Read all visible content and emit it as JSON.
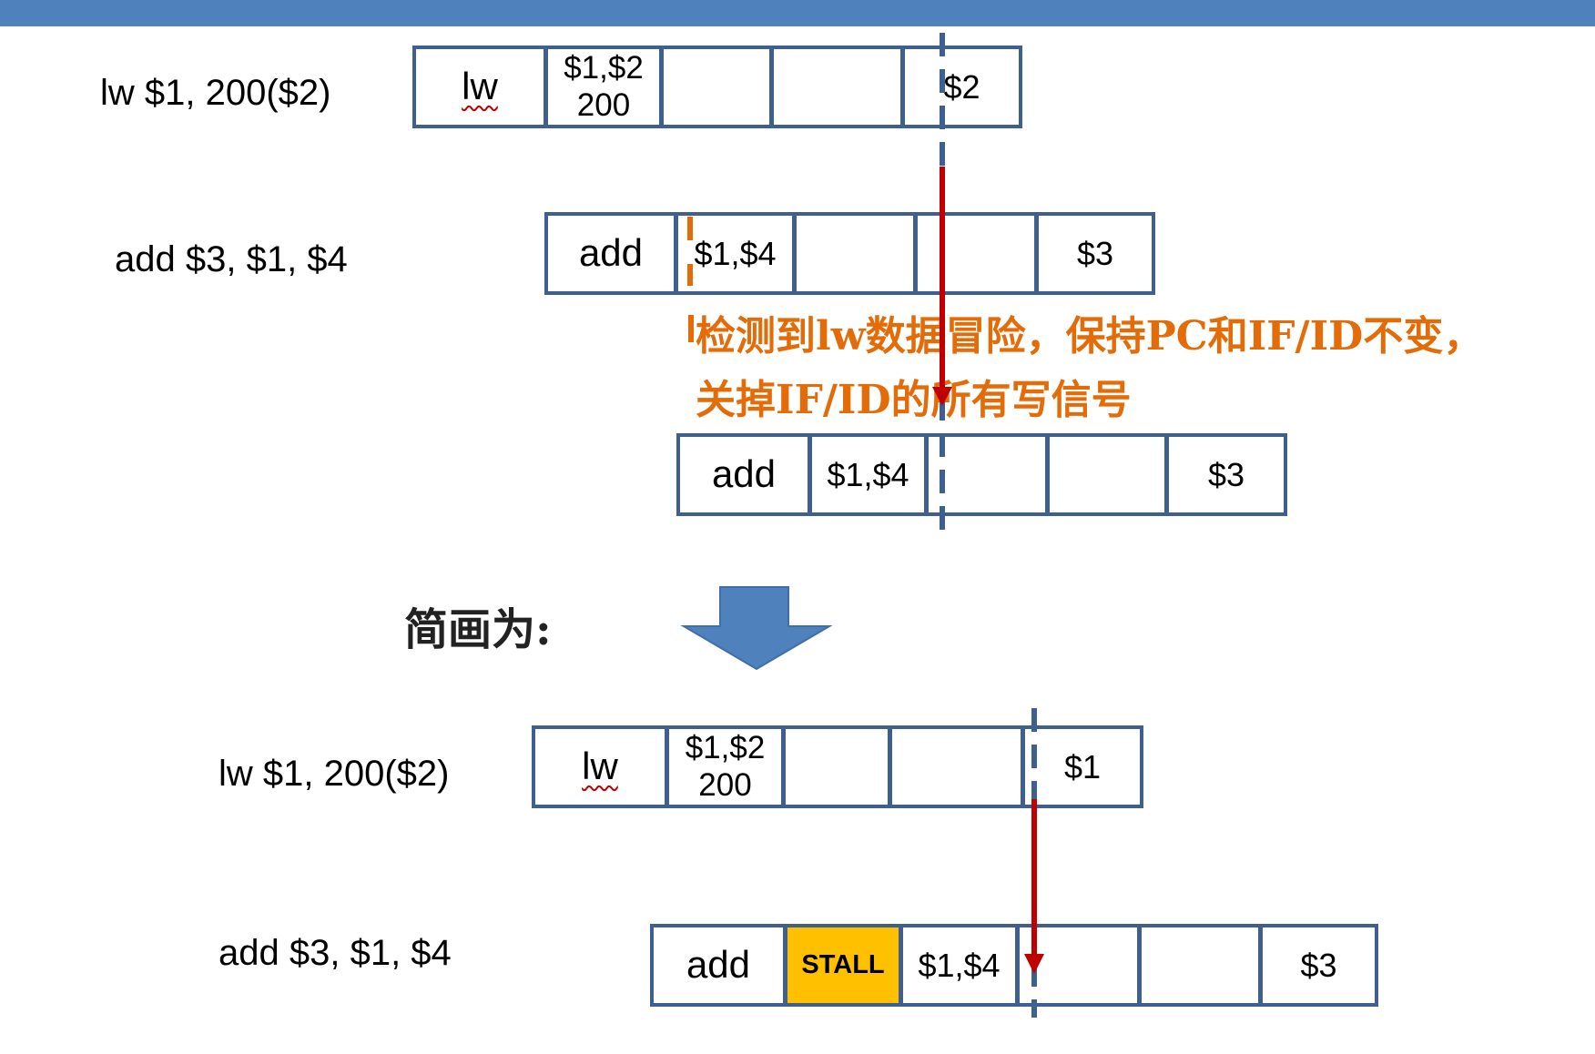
{
  "diagram1": {
    "lw_instr": "lw   $1, 200($2)",
    "add_instr": "add  $3, $1, $4",
    "lw_row": {
      "op": "lw",
      "regs_line1": "$1,$2",
      "regs_line2": "200",
      "last": "$2"
    },
    "add_row": {
      "op": "add",
      "regs": "$1,$4",
      "last": "$3"
    },
    "note_line1": "检测到lw数据冒险，保持PC和IF/ID不变，",
    "note_line2": "关掉IF/ID的所有写信号",
    "add_row2": {
      "op": "add",
      "regs": "$1,$4",
      "last": "$3"
    }
  },
  "heading": "简画为:",
  "diagram2": {
    "lw_instr": "lw   $1, 200($2)",
    "add_instr": "add  $3, $1, $4",
    "lw_row": {
      "op": "lw",
      "regs_line1": "$1,$2",
      "regs_line2": "200",
      "last": "$1"
    },
    "add_row": {
      "op": "add",
      "stall": "STALL",
      "regs": "$1,$4",
      "last": "$3"
    }
  },
  "colors": {
    "header_bar": "#4f81bd",
    "cell_border": "#3f5f8f",
    "arrow_red": "#c00000",
    "note_orange": "#e36c09",
    "stall_fill": "#ffc000",
    "down_arrow_fill": "#4f81bd"
  }
}
